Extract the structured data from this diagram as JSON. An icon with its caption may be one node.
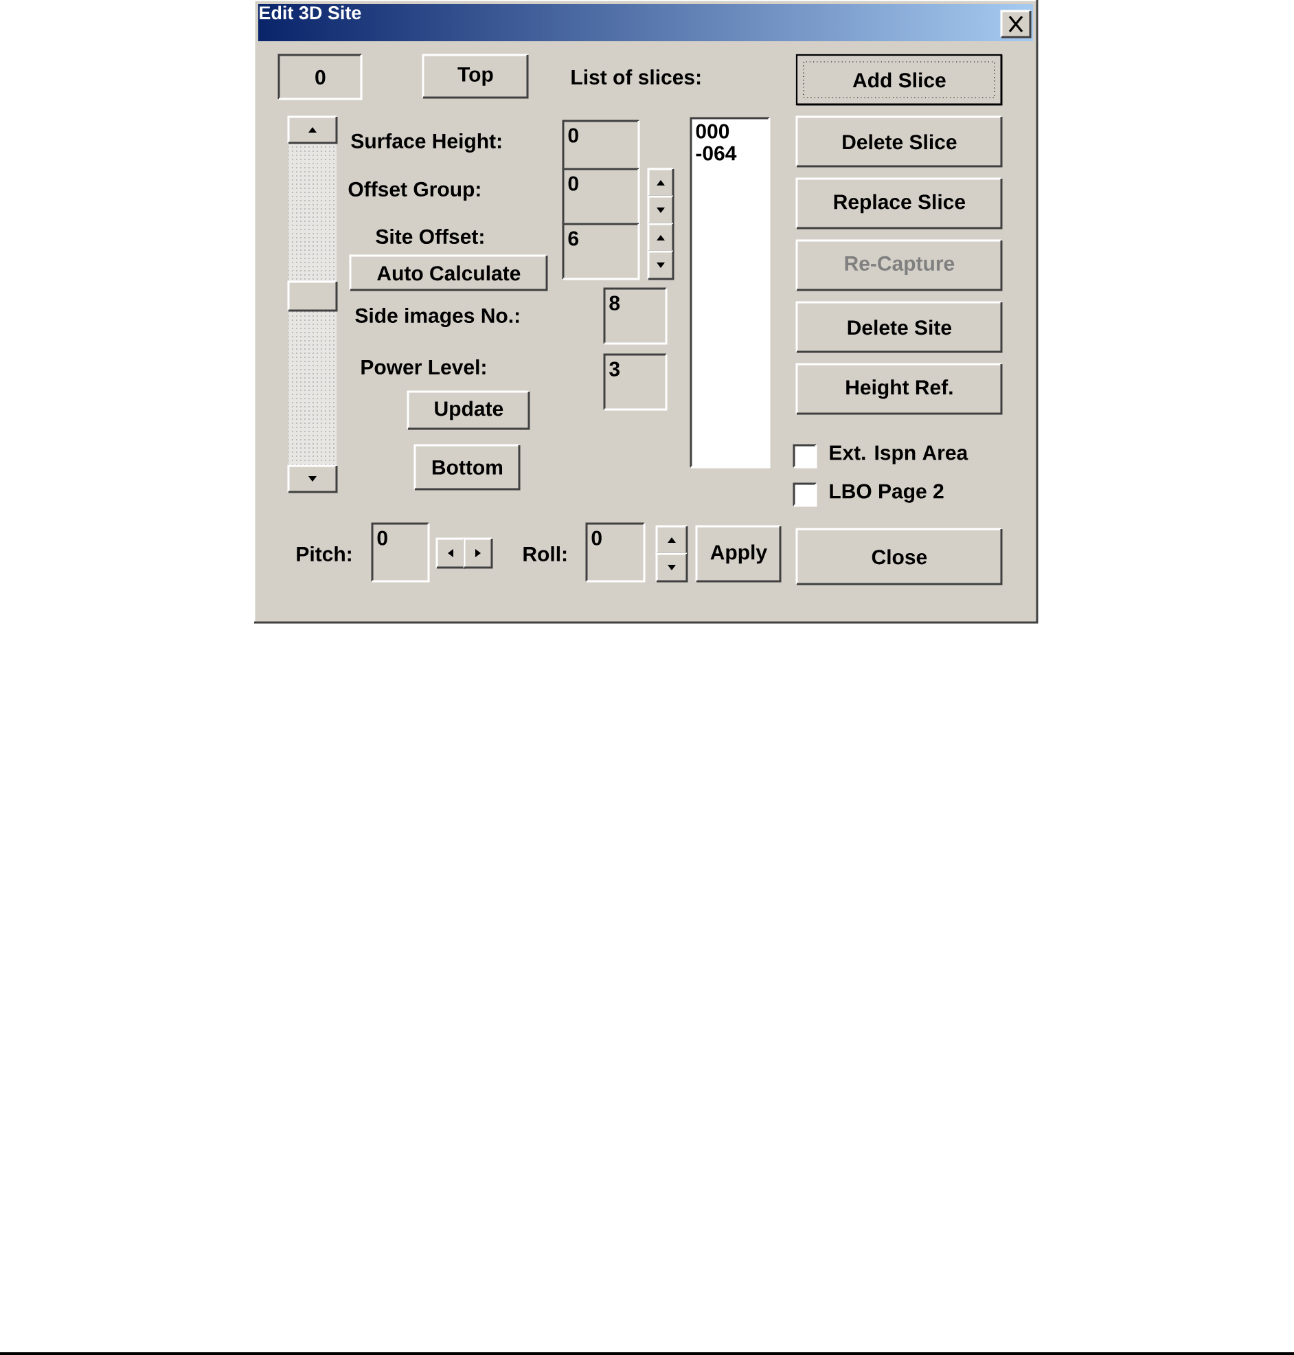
{
  "diagram": {
    "nodes": [
      {
        "text": [
          "Edit 3D Site"
        ]
      },
      {
        "text": [
          "0"
        ],
        "in": 0
      },
      {
        "text": [
          "Top"
        ],
        "in": 0
      },
      {
        "text": [
          "Add Slice"
        ],
        "in": 0
      },
      {
        "text": [
          "0"
        ],
        "in": 0
      },
      {
        "text": [
          "000",
          "-064"
        ],
        "in": 0
      },
      {
        "text": [
          "Delete Slice"
        ],
        "in": 0
      },
      {
        "text": [
          "0"
        ],
        "in": 0
      },
      {
        "text": [
          "6"
        ],
        "in": 0
      },
      {
        "text": [
          "Replace Slice"
        ],
        "in": 0
      },
      {
        "text": [
          "Auto Calculate"
        ],
        "in": 0
      },
      {
        "text": [
          "Re-Capture"
        ],
        "in": 0
      },
      {
        "text": [
          "8"
        ],
        "in": 0
      },
      {
        "text": [
          "Delete Site"
        ],
        "in": 0
      },
      {
        "text": [
          "3"
        ],
        "in": 0
      },
      {
        "text": [
          "Height Ref."
        ],
        "in": 0
      },
      {
        "text": [
          "Update"
        ],
        "in": 0
      },
      {
        "text": [
          "Bottom"
        ],
        "in": 0
      },
      {
        "text": [
          "0"
        ],
        "in": 0
      },
      {
        "text": [
          "0"
        ],
        "in": 0
      },
      {
        "text": [
          "Apply"
        ],
        "in": 0
      },
      {
        "text": [
          "Close"
        ],
        "in": 0
      }
    ],
    "labels": [
      "List of slices:",
      "Surface Height:",
      "Offset Group:",
      "Site Offset:",
      "Side images No.:",
      "Power Level:",
      "Ext. Ispn Area",
      "LBO Page 2",
      "Pitch:",
      "Roll:"
    ]
  }
}
